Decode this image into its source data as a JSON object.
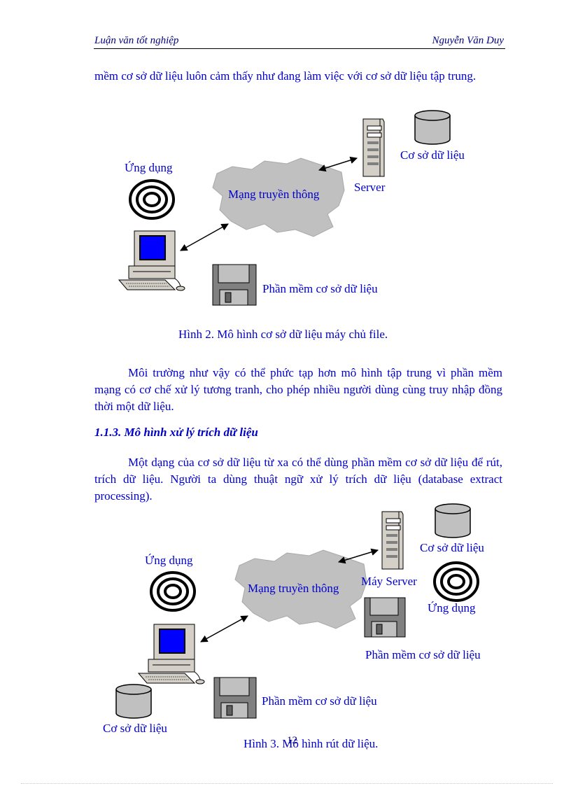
{
  "header": {
    "left": "Luận văn tốt nghiệp",
    "right": "Nguyễn Văn Duy"
  },
  "intro_text": "mềm cơ sở dữ liệu luôn cảm thấy như đang làm việc với cơ sở dữ liệu tập trung.",
  "figure2": {
    "labels": {
      "app": "Ứng dụng",
      "network": "Mạng truyền thông",
      "server": "Server",
      "database": "Cơ sở dữ liệu",
      "software": "Phần mềm cơ sở dữ liệu"
    },
    "caption": "Hình 2. Mô hình cơ sở dữ liệu máy chủ file."
  },
  "paragraph2": "Môi trường như vậy có thể phức tạp hơn mô hình tập trung vì phần mềm mạng có cơ chế xử lý tương tranh, cho phép nhiều người dùng cùng truy nhập đồng thời một dữ liệu.",
  "section_heading": "1.1.3. Mô hình xử lý trích dữ liệu",
  "paragraph3": "Một dạng của cơ sở dữ liệu từ xa có thể dùng phần mềm cơ sở dữ liệu để rút, trích dữ liệu. Người ta dùng thuật ngữ xử lý trích dữ liệu (database extract processing).",
  "figure3": {
    "labels": {
      "app_left": "Ứng dụng",
      "network": "Mạng truyền thông",
      "server": "Máy Server",
      "database_top": "Cơ sở dữ liệu",
      "app_right": "Ứng dụng",
      "software_right": "Phần mềm cơ sở dữ liệu",
      "software_bottom": "Phần mềm cơ sở dữ liệu",
      "database_bottom": "Cơ sở dữ liệu"
    },
    "caption": "Hình 3. Mô hình rút dữ liệu."
  },
  "page_number": "12"
}
